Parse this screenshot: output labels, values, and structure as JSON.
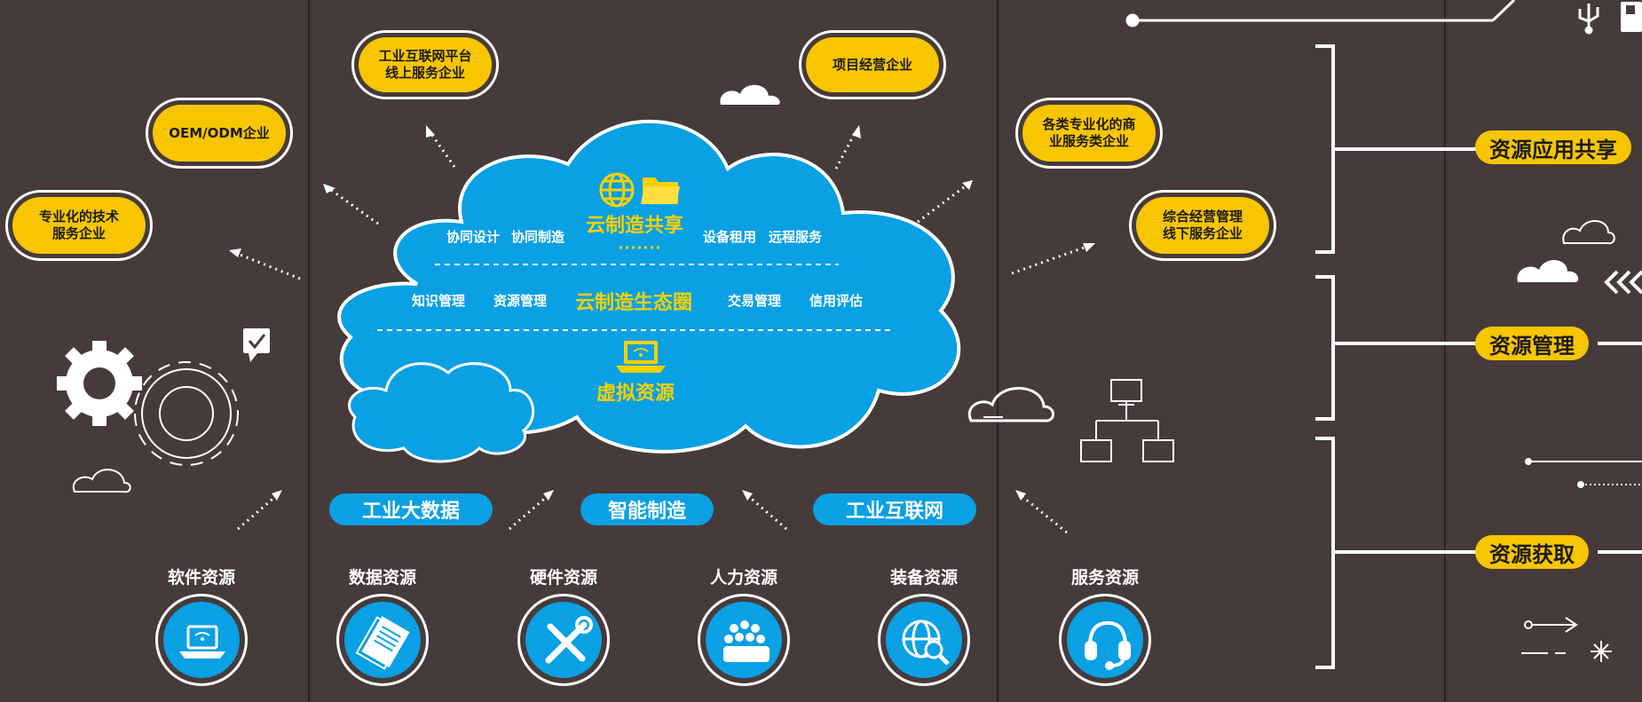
{
  "cloud": {
    "top_title": "云制造共享",
    "top_left_1": "协同设计",
    "top_left_2": "协同制造",
    "top_right_1": "设备租用",
    "top_right_2": "远程服务",
    "mid_title": "云制造生态圈",
    "mid_items": [
      "知识管理",
      "资源管理",
      "交易管理",
      "信用评估"
    ],
    "bottom_title": "虚拟资源"
  },
  "enterprises": [
    {
      "label": "专业化的技术\n服务企业"
    },
    {
      "label": "OEM/ODM企业"
    },
    {
      "label": "工业互联网平台\n线上服务企业"
    },
    {
      "label": "项目经营企业"
    },
    {
      "label": "各类专业化的商\n业服务类企业"
    },
    {
      "label": "综合经营管理\n线下服务企业"
    }
  ],
  "tech_tags": [
    "工业大数据",
    "智能制造",
    "工业互联网"
  ],
  "resources": [
    {
      "label": "软件资源",
      "icon": "laptop-wifi-icon"
    },
    {
      "label": "数据资源",
      "icon": "document-stack-icon"
    },
    {
      "label": "硬件资源",
      "icon": "wrench-screwdriver-icon"
    },
    {
      "label": "人力资源",
      "icon": "people-group-icon"
    },
    {
      "label": "装备资源",
      "icon": "globe-search-icon"
    },
    {
      "label": "服务资源",
      "icon": "headset-icon"
    }
  ],
  "stages": [
    "资源应用共享",
    "资源管理",
    "资源获取"
  ],
  "colors": {
    "background": "#463b3a",
    "cloud_blue": "#0aa0e4",
    "accent_yellow": "#f7c600",
    "line": "#ffffff"
  }
}
